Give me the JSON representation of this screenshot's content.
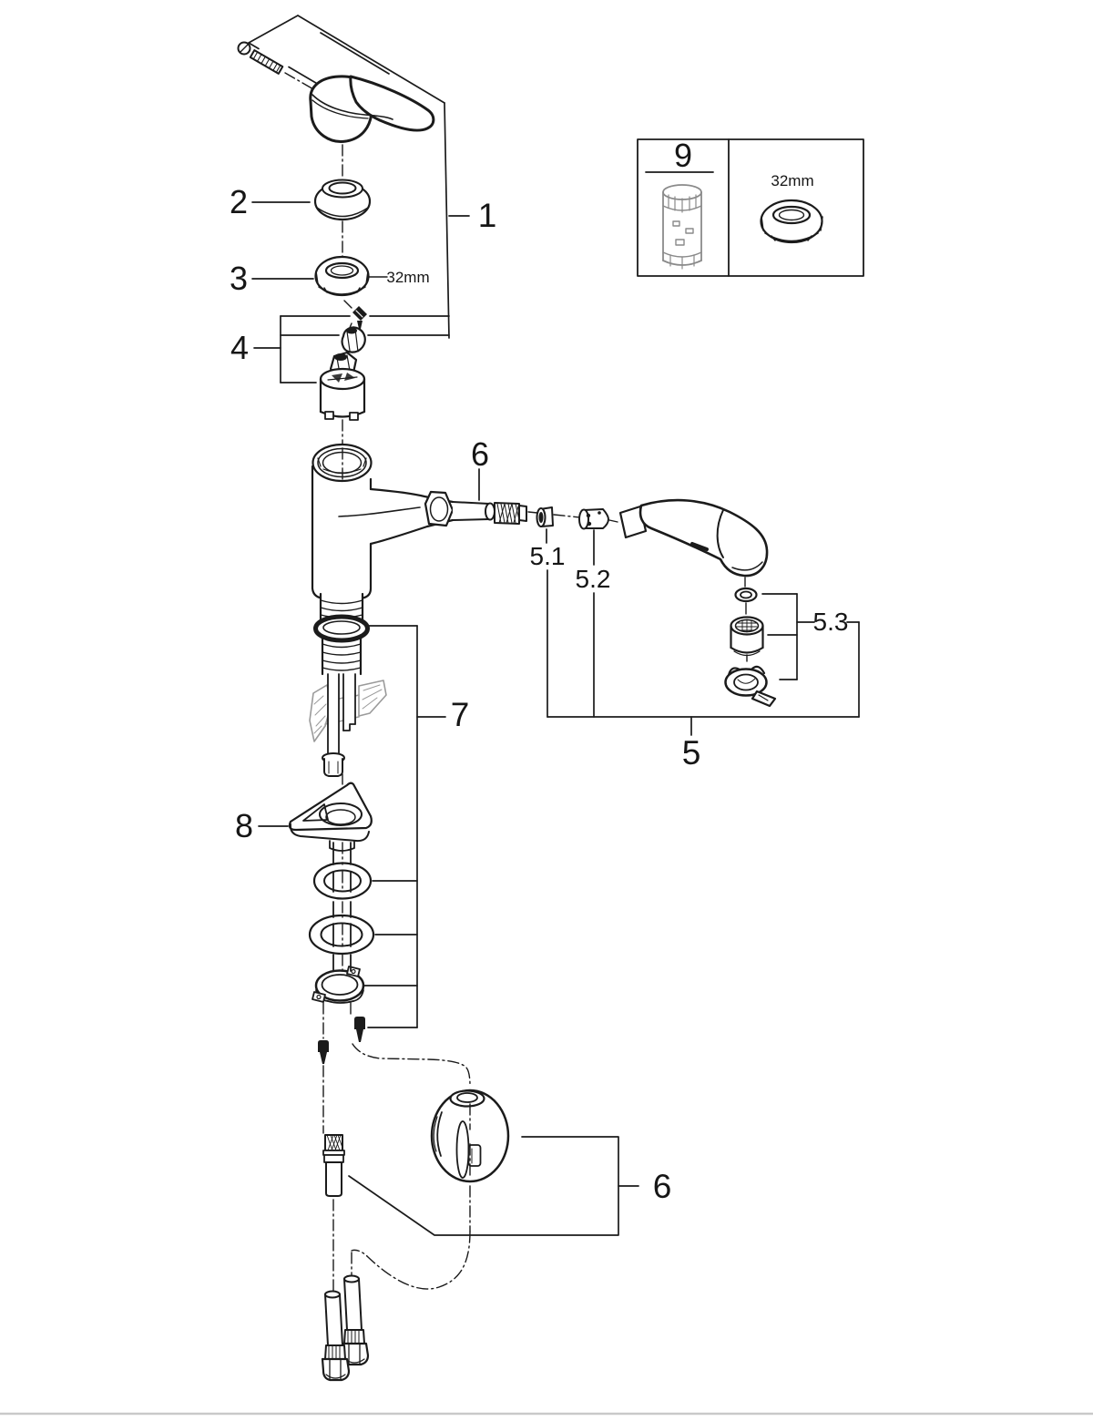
{
  "page": {
    "background": "#ffffff",
    "footer_line_color": "#c9c9c9"
  },
  "diagram": {
    "description": "Exploded parts diagram of a single-lever pull-out spray kitchen faucet",
    "ink_color": "#1b1b1b",
    "template_outline_color": "#9a9a9a",
    "callouts": {
      "part1": "1",
      "part2": "2",
      "part3": "3",
      "part4": "4",
      "part5": "5",
      "part5_1": "5.1",
      "part5_2": "5.2",
      "part5_3": "5.3",
      "part6_top": "6",
      "part6_bottom": "6",
      "part7": "7",
      "part8": "8",
      "part9": "9"
    },
    "dimensions": {
      "trim_nut_size": "32mm",
      "service_kit_nut_size": "32mm"
    }
  }
}
